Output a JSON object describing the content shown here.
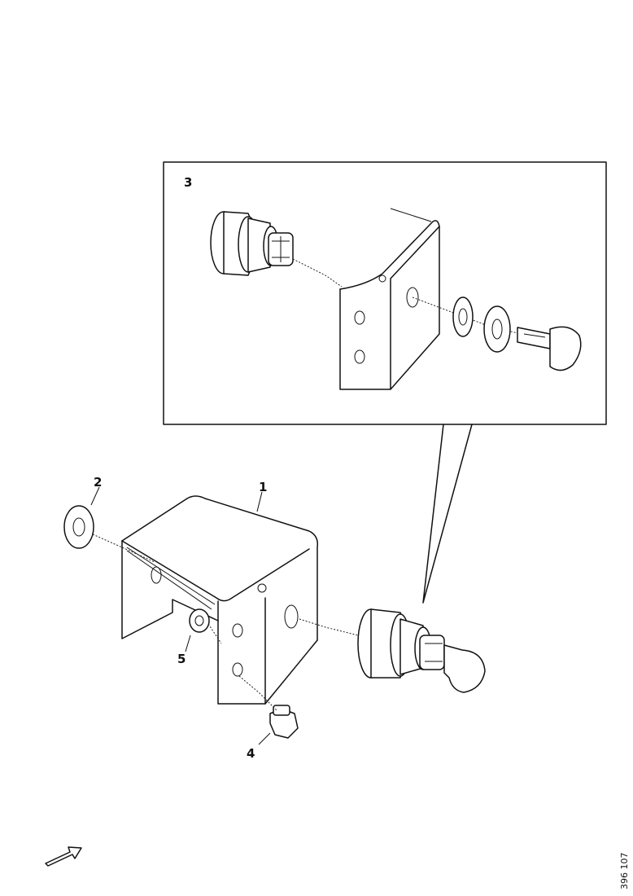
{
  "callouts": {
    "bracket": "1",
    "nut_left": "2",
    "detail": "3",
    "bolt": "4",
    "washer": "5"
  },
  "reference_code": "396 107"
}
